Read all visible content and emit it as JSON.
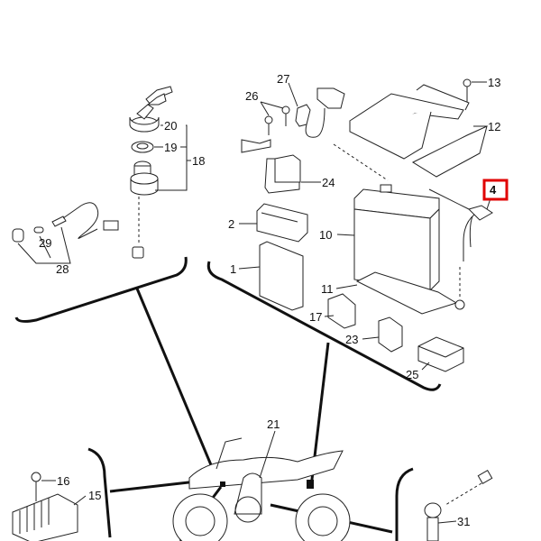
{
  "diagram": {
    "title": "Electrical parts diagram",
    "highlight_color": "#e00000",
    "callouts": {
      "c1": "1",
      "c2": "2",
      "c4": "4",
      "c10": "10",
      "c11": "11",
      "c12": "12",
      "c13": "13",
      "c15": "15",
      "c16": "16",
      "c17": "17",
      "c18": "18",
      "c19": "19",
      "c20": "20",
      "c21": "21",
      "c23": "23",
      "c24": "24",
      "c25": "25",
      "c26": "26",
      "c27": "27",
      "c28": "28",
      "c29": "29",
      "c31": "31"
    },
    "highlighted_callout": "4"
  }
}
